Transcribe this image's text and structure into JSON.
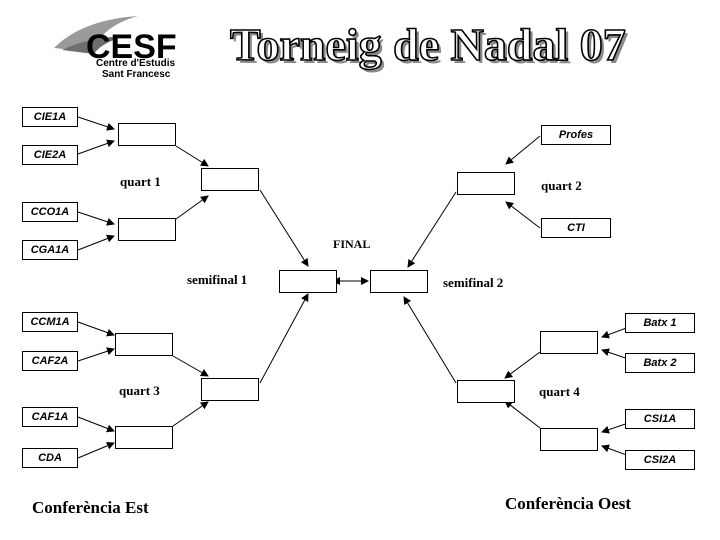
{
  "header": {
    "title": "Torneig de Nadal 07",
    "logo": {
      "name": "CESF",
      "line1": "Centre d'Estudis",
      "line2": "Sant Francesc"
    }
  },
  "bracket": {
    "teams": [
      "CIE1A",
      "CIE2A",
      "CCO1A",
      "CGA1A",
      "CCM1A",
      "CAF2A",
      "CAF1A",
      "CDA",
      "Profes",
      "CTI",
      "Batx 1",
      "Batx 2",
      "CSI1A",
      "CSI2A"
    ],
    "labels": {
      "quart1": "quart 1",
      "quart2": "quart 2",
      "quart3": "quart 3",
      "quart4": "quart 4",
      "semi1": "semifinal 1",
      "semi2": "semifinal 2",
      "final": "FINAL"
    },
    "conferences": {
      "left": "Conferència Est",
      "right": "Conferència Oest"
    }
  },
  "colors": {
    "line": "#000000",
    "title_shadow": "#8a8a8a",
    "logo_swoosh": "#9a9a9a"
  }
}
